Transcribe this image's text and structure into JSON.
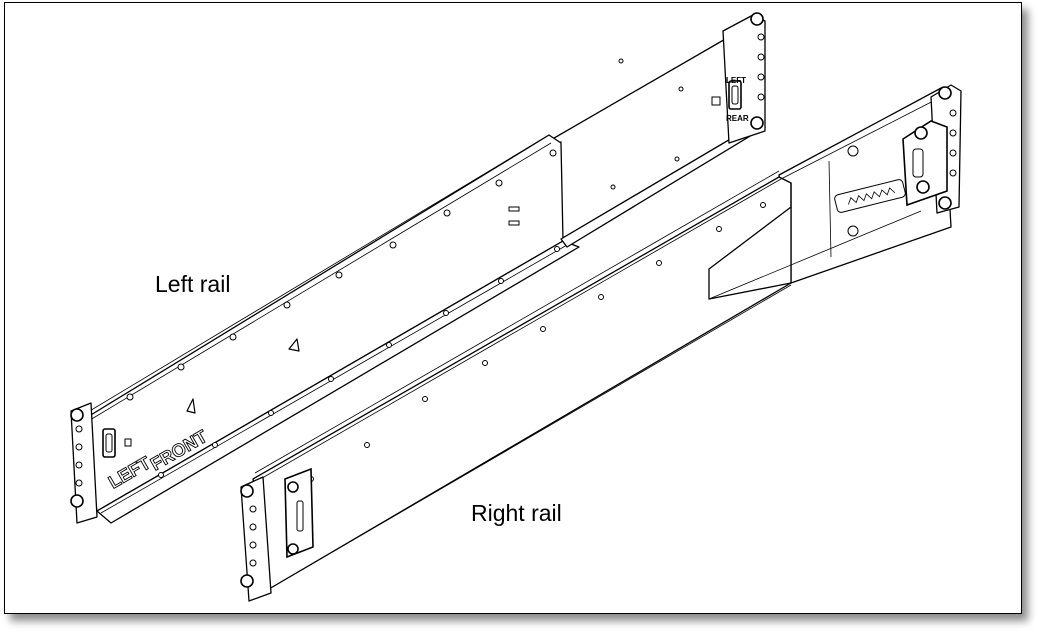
{
  "labels": {
    "left_rail": "Left rail",
    "right_rail": "Right rail"
  },
  "engravings": {
    "left_front_word1": "LEFT",
    "left_front_word2": "FRONT",
    "left_rear_word1": "LEFT",
    "left_rear_word2": "REAR"
  }
}
